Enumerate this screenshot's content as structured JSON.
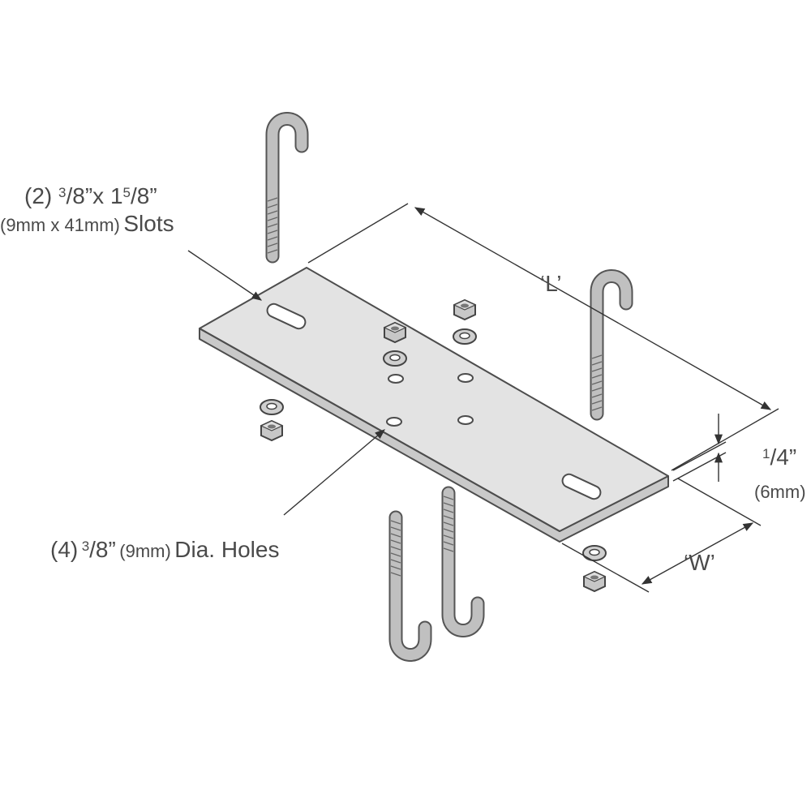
{
  "labels": {
    "slots": {
      "qty": "(2)",
      "width_num": "3",
      "width_den": "/8",
      "times": "”x 1",
      "length_num": "5",
      "length_den": "/8”",
      "metric": "(9mm x 41mm)",
      "name": "Slots"
    },
    "holes": {
      "qty": "(4)",
      "dia_num": "3",
      "dia_den": "/8”",
      "metric": "(9mm)",
      "name": "Dia. Holes"
    },
    "length": "‘L’",
    "width": "‘W’",
    "thickness": {
      "num": "1",
      "den": "/4”",
      "metric": "(6mm)"
    }
  },
  "colors": {
    "plate_top": "#e3e3e3",
    "plate_edge": "#c9c9c9",
    "outline": "#4d4d4d",
    "hardware": "#bdbdbd",
    "text": "#4a4a4a"
  },
  "icons": [
    "j-bolt-icon",
    "nut-icon",
    "washer-icon"
  ]
}
